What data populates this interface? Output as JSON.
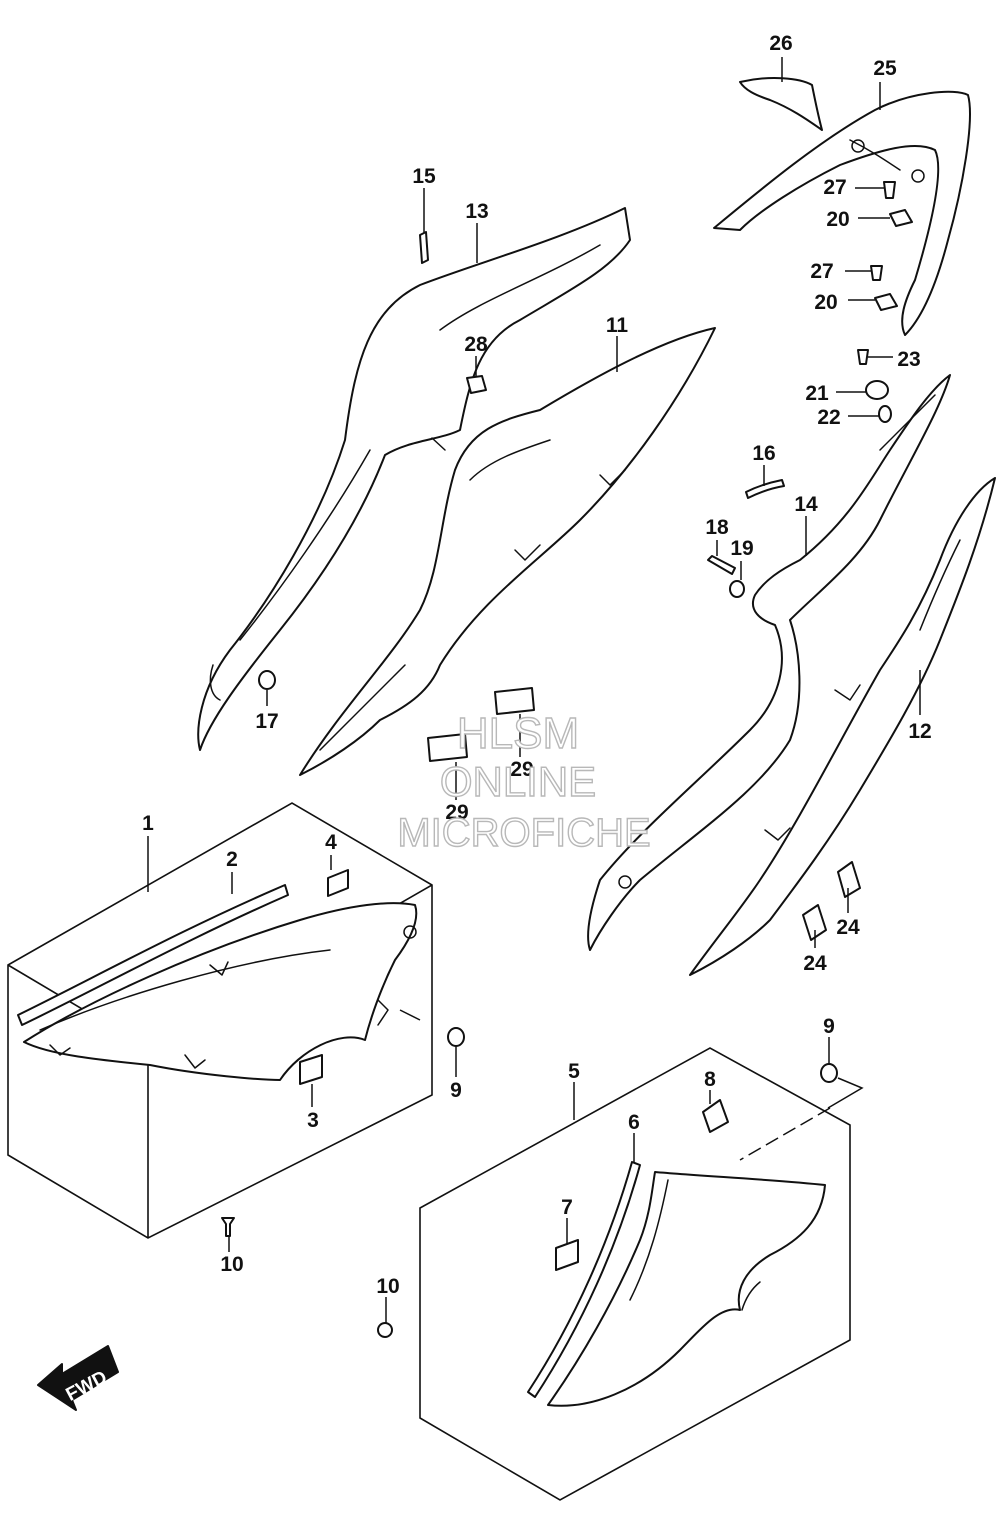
{
  "watermark": {
    "line1": "HLSM",
    "line2": "ONLINE",
    "line3": "MICROFICHE"
  },
  "direction_arrow": {
    "label": "FWD",
    "icon": "forward-arrow-icon"
  },
  "callouts": [
    "1",
    "2",
    "3",
    "4",
    "5",
    "6",
    "7",
    "8",
    "9",
    "9",
    "10",
    "10",
    "11",
    "12",
    "13",
    "14",
    "15",
    "16",
    "17",
    "18",
    "19",
    "20",
    "20",
    "21",
    "22",
    "23",
    "24",
    "24",
    "25",
    "26",
    "27",
    "27",
    "28",
    "29",
    "29"
  ]
}
